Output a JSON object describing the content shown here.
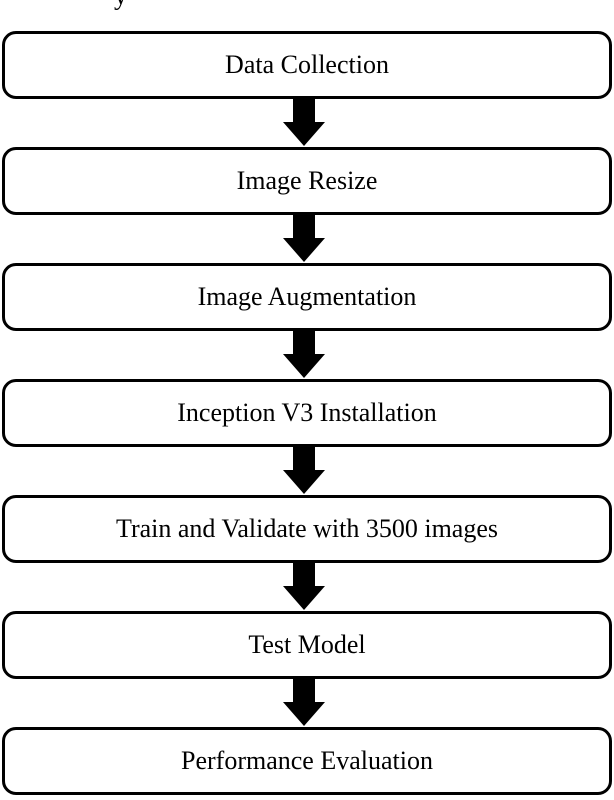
{
  "page": {
    "background_color": "#ffffff",
    "cropped_text_fragment": "y"
  },
  "flowchart": {
    "type": "flowchart",
    "direction": "top-to-bottom",
    "style": {
      "box_border_color": "#000000",
      "box_fill_color": "#ffffff",
      "text_color": "#000000",
      "arrow_color": "#000000"
    },
    "steps": [
      {
        "label": "Data Collection"
      },
      {
        "label": "Image Resize"
      },
      {
        "label": "Image Augmentation"
      },
      {
        "label": "Inception V3 Installation"
      },
      {
        "label": "Train and Validate with 3500 images"
      },
      {
        "label": "Test Model"
      },
      {
        "label": "Performance Evaluation"
      }
    ]
  }
}
